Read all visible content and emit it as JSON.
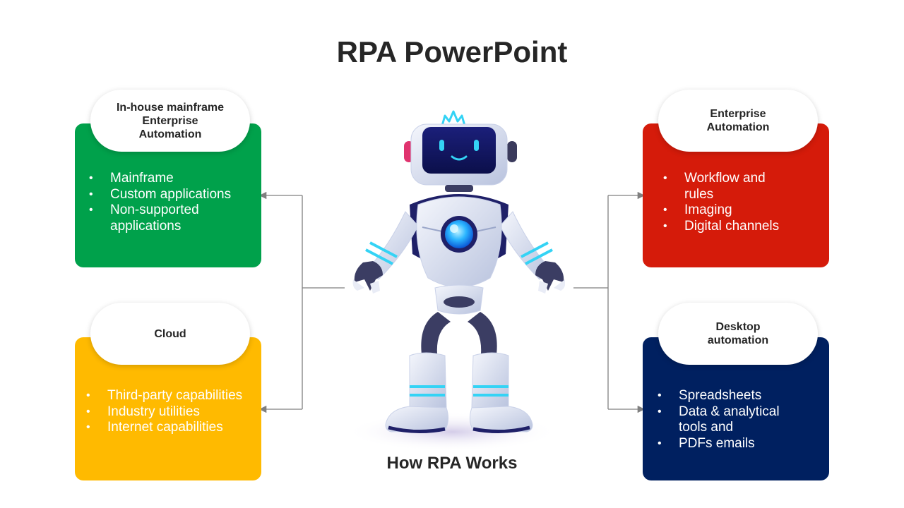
{
  "title": "RPA PowerPoint",
  "caption": "How RPA Works",
  "colors": {
    "green": "#00A14B",
    "yellow": "#FFBA00",
    "red": "#D51B0A",
    "navy": "#002060"
  },
  "cards": {
    "mainframe": {
      "heading": "In-house mainframe\nEnterprise\nAutomation",
      "items": [
        "Mainframe",
        "Custom applications",
        "Non-supported applications"
      ]
    },
    "cloud": {
      "heading": "Cloud",
      "items": [
        "Third-party capabilities",
        "Industry utilities",
        "Internet capabilities"
      ]
    },
    "enterprise": {
      "heading": "Enterprise\nAutomation",
      "items": [
        "Workflow and rules",
        "Imaging",
        "Digital channels"
      ]
    },
    "desktop": {
      "heading": "Desktop\nautomation",
      "items": [
        "Spreadsheets",
        "Data & analytical tools and",
        "PDFs emails"
      ]
    }
  },
  "icons": {
    "center": "robot-icon"
  }
}
